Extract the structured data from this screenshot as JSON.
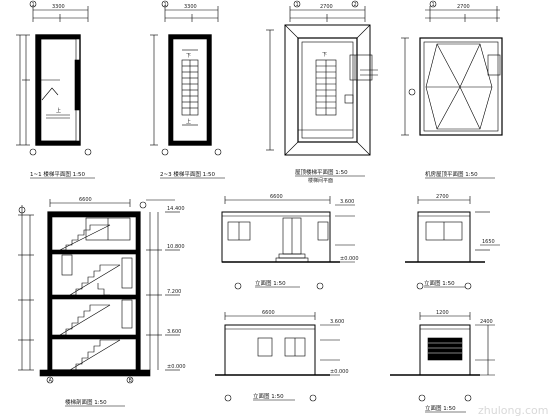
{
  "sheet": {
    "title": "Staircase and elevator room detail drawings",
    "watermark": "zhulong.com",
    "line_color": "#000000"
  },
  "views": {
    "plan1_caption": "1~1 楼梯平面图 1:50",
    "plan2_caption": "2~3 楼梯平面图 1:50",
    "plan3_caption": "屋顶楼梯平面图 1:50",
    "plan3_sub": "楼梯间平面",
    "plan4_caption": "机房屋顶平面图 1:50",
    "section_caption": "楼梯剖面图 1:50",
    "elev1_caption": "立面图 1:50",
    "elev2_caption": "立面图 1:50",
    "elev3_caption": "立面图 1:50",
    "elev4_caption": "立面图 1:50",
    "up_label": "上",
    "dn_label": "下"
  },
  "axes": {
    "axis_a": "A",
    "axis_b": "B",
    "axis_1": "1",
    "axis_2": "2"
  },
  "dims": {
    "d1": "3300",
    "d2": "2700",
    "d3": "6600",
    "d4": "1200",
    "d5": "1650",
    "d6": "2400",
    "d7": "±0.000",
    "d8": "3.600",
    "d9": "7.200",
    "d10": "10.800",
    "d11": "14.400"
  }
}
